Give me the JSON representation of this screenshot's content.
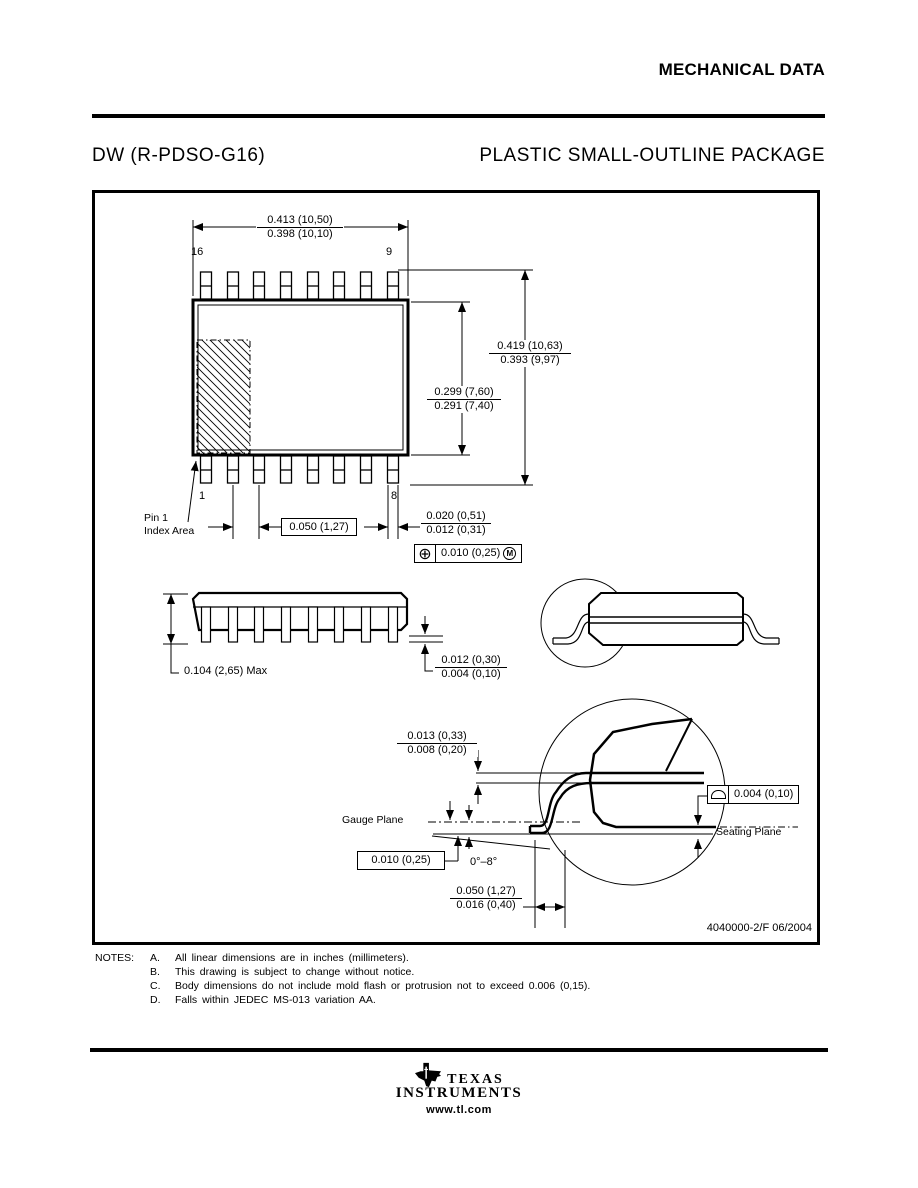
{
  "header": {
    "title": "MECHANICAL DATA"
  },
  "subheader": {
    "left": "DW (R-PDSO-G16)",
    "right": "PLASTIC SMALL-OUTLINE PACKAGE"
  },
  "drawing": {
    "doc_number": "4040000-2/F 06/2004",
    "pin_top_left": "16",
    "pin_top_right": "9",
    "pin_bottom_left": "1",
    "pin_bottom_right": "8",
    "pin1_line1": "Pin 1",
    "pin1_line2": "Index Area",
    "gauge_plane": "Gauge Plane",
    "seating_plane": "Seating Plane",
    "dims": {
      "pin_span_max": "0.413 (10,50)",
      "pin_span_min": "0.398 (10,10)",
      "tip_span_max": "0.419 (10,63)",
      "tip_span_min": "0.393 (9,97)",
      "body_len_max": "0.299 (7,60)",
      "body_len_min": "0.291 (7,40)",
      "pitch": "0.050 (1,27)",
      "lead_width_max": "0.020 (0,51)",
      "lead_width_min": "0.012 (0,31)",
      "position_tolerance": "0.010 (0,25)",
      "position_modifier": "M",
      "height": "0.104 (2,65) Max",
      "standoff_max": "0.012 (0,30)",
      "standoff_min": "0.004 (0,10)",
      "lead_thickness_max": "0.013 (0,33)",
      "lead_thickness_min": "0.008 (0,20)",
      "gauge_offset": "0.010 (0,25)",
      "lead_angle": "0°–8°",
      "foot_length_max": "0.050 (1,27)",
      "foot_length_min": "0.016 (0,40)",
      "seating_flatness": "0.004 (0,10)"
    }
  },
  "notes": {
    "heading": "NOTES:",
    "items": [
      {
        "letter": "A.",
        "text": "All linear dimensions are in inches (millimeters)."
      },
      {
        "letter": "B.",
        "text": "This drawing is subject to change without notice."
      },
      {
        "letter": "C.",
        "text": "Body dimensions do not include mold flash or protrusion not to exceed 0.006 (0,15)."
      },
      {
        "letter": "D.",
        "text": "Falls within JEDEC MS-013 variation AA."
      }
    ]
  },
  "footer": {
    "brand_line1": "TEXAS",
    "brand_line2": "INSTRUMENTS",
    "website": "www.tl.com"
  }
}
